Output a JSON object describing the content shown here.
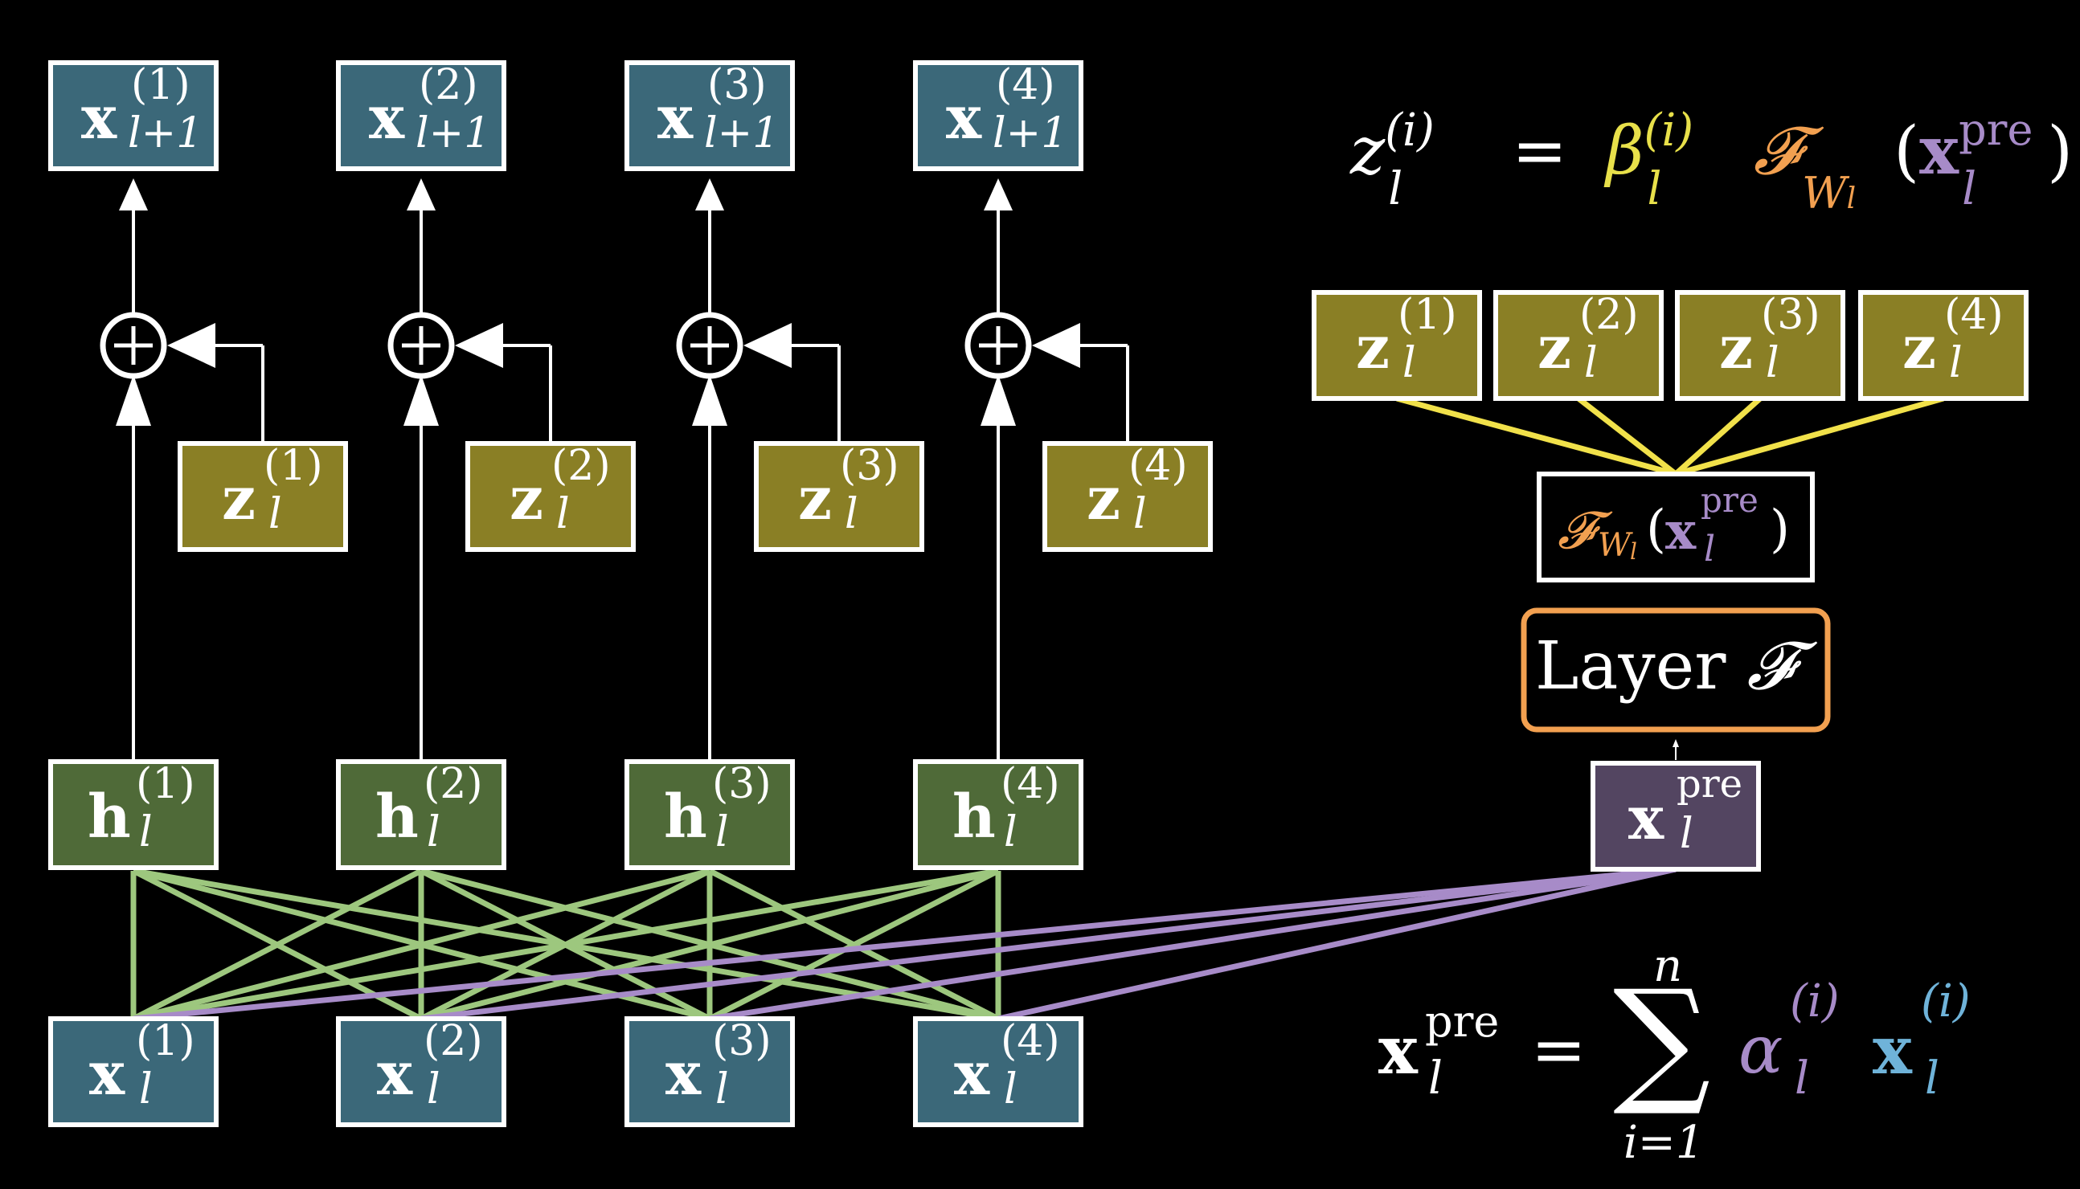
{
  "colors": {
    "background": "#000000",
    "x_box": "#3b6879",
    "h_box": "#4f6a38",
    "z_box": "#8a7f25",
    "pre_box": "#534561",
    "border": "#ffffff",
    "green_line": "#9dc77e",
    "purple_line": "#a78bc8",
    "yellow_line": "#f1e14a",
    "orange": "#f2a050",
    "yellow_text": "#e8e04a",
    "purple_text": "#a78bc8",
    "blue_text": "#6fb3d9"
  },
  "symbols": {
    "x": "x",
    "h": "h",
    "z": "z",
    "F": "𝓕",
    "l": "l",
    "l_plus_1": "l+1",
    "pre": "pre",
    "plus": "+",
    "equals": "=",
    "sum": "∑",
    "beta": "β",
    "alpha": "α",
    "W": "W",
    "i": "(i)",
    "n": "n",
    "i_eq_1": "i=1",
    "lparen": "(",
    "rparen": ")"
  },
  "indices": [
    "(1)",
    "(2)",
    "(3)",
    "(4)"
  ],
  "layer_box": {
    "label": "Layer"
  }
}
